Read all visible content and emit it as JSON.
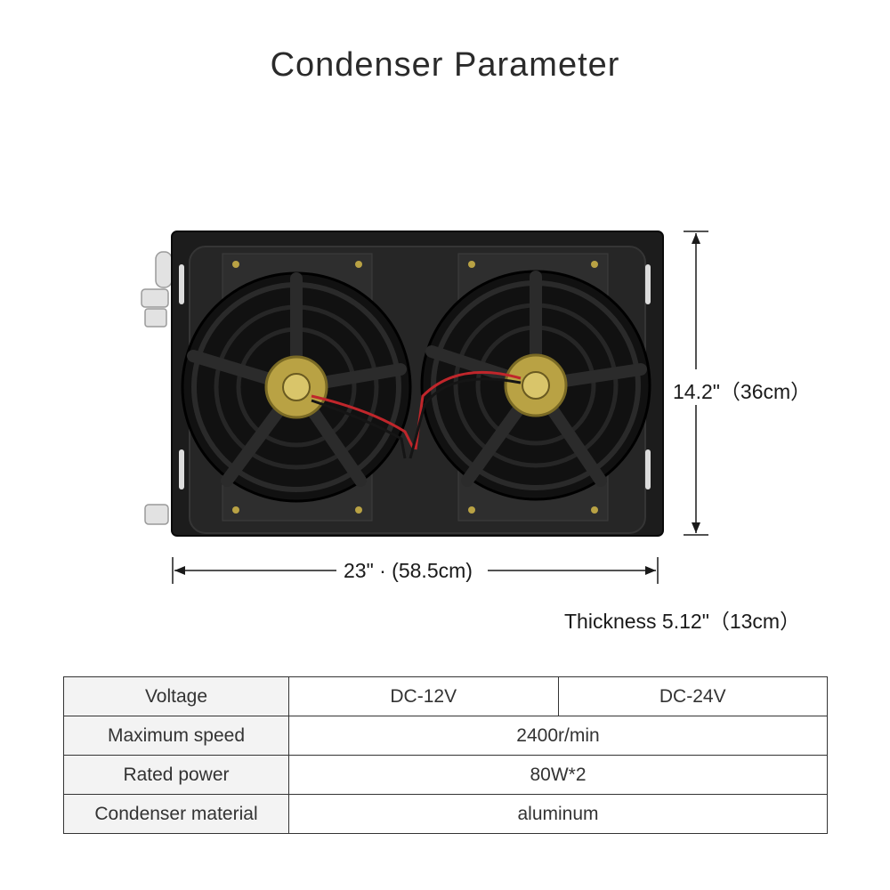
{
  "title": "Condenser  Parameter",
  "dimensions": {
    "height": "14.2\"（36cm）",
    "width": "23\" · (58.5cm)",
    "thickness": "Thickness  5.12\"（13cm）"
  },
  "product_image": {
    "subject": "condenser-with-two-fans",
    "colors": {
      "housing": "#1c1c1c",
      "fan": "#111111",
      "hub": "#b9a244",
      "wire_red": "#c0262b",
      "fittings": "#d9d9d9"
    }
  },
  "spec_table": {
    "rows": [
      {
        "label": "Voltage",
        "values": [
          "DC-12V",
          "DC-24V"
        ]
      },
      {
        "label": "Maximum speed",
        "values": [
          "2400r/min"
        ]
      },
      {
        "label": "Rated power",
        "values": [
          "80W*2"
        ]
      },
      {
        "label": "Condenser material",
        "values": [
          "aluminum"
        ]
      }
    ]
  }
}
